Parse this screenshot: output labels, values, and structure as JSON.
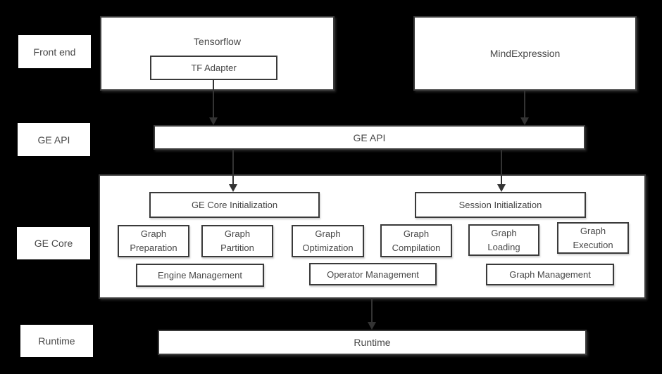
{
  "colors": {
    "background": "#000000",
    "box_background": "#ffffff",
    "border": "#3a3a3a",
    "text": "#474747",
    "arrow": "#333333"
  },
  "layers": [
    {
      "id": "front-end",
      "label": "Front end"
    },
    {
      "id": "ge-api",
      "label": "GE API"
    },
    {
      "id": "ge-core",
      "label": "GE Core"
    },
    {
      "id": "runtime",
      "label": "Runtime"
    }
  ],
  "front_end": {
    "tensorflow_title": "Tensorflow",
    "tf_adapter": "TF Adapter",
    "mind_expression": "MindExpression"
  },
  "ge_api": {
    "label": "GE API"
  },
  "ge_core": {
    "init_boxes": [
      {
        "label": "GE Core Initialization"
      },
      {
        "label": "Session Initialization"
      }
    ],
    "stages": [
      {
        "line1": "Graph",
        "line2": "Preparation"
      },
      {
        "line1": "Graph",
        "line2": "Partition"
      },
      {
        "line1": "Graph",
        "line2": "Optimization"
      },
      {
        "line1": "Graph",
        "line2": "Compilation"
      },
      {
        "line1": "Graph",
        "line2": "Loading"
      },
      {
        "line1": "Graph",
        "line2": "Execution"
      }
    ],
    "management": [
      {
        "label": "Engine Management"
      },
      {
        "label": "Operator Management"
      },
      {
        "label": "Graph Management"
      }
    ]
  },
  "runtime": {
    "label": "Runtime"
  }
}
